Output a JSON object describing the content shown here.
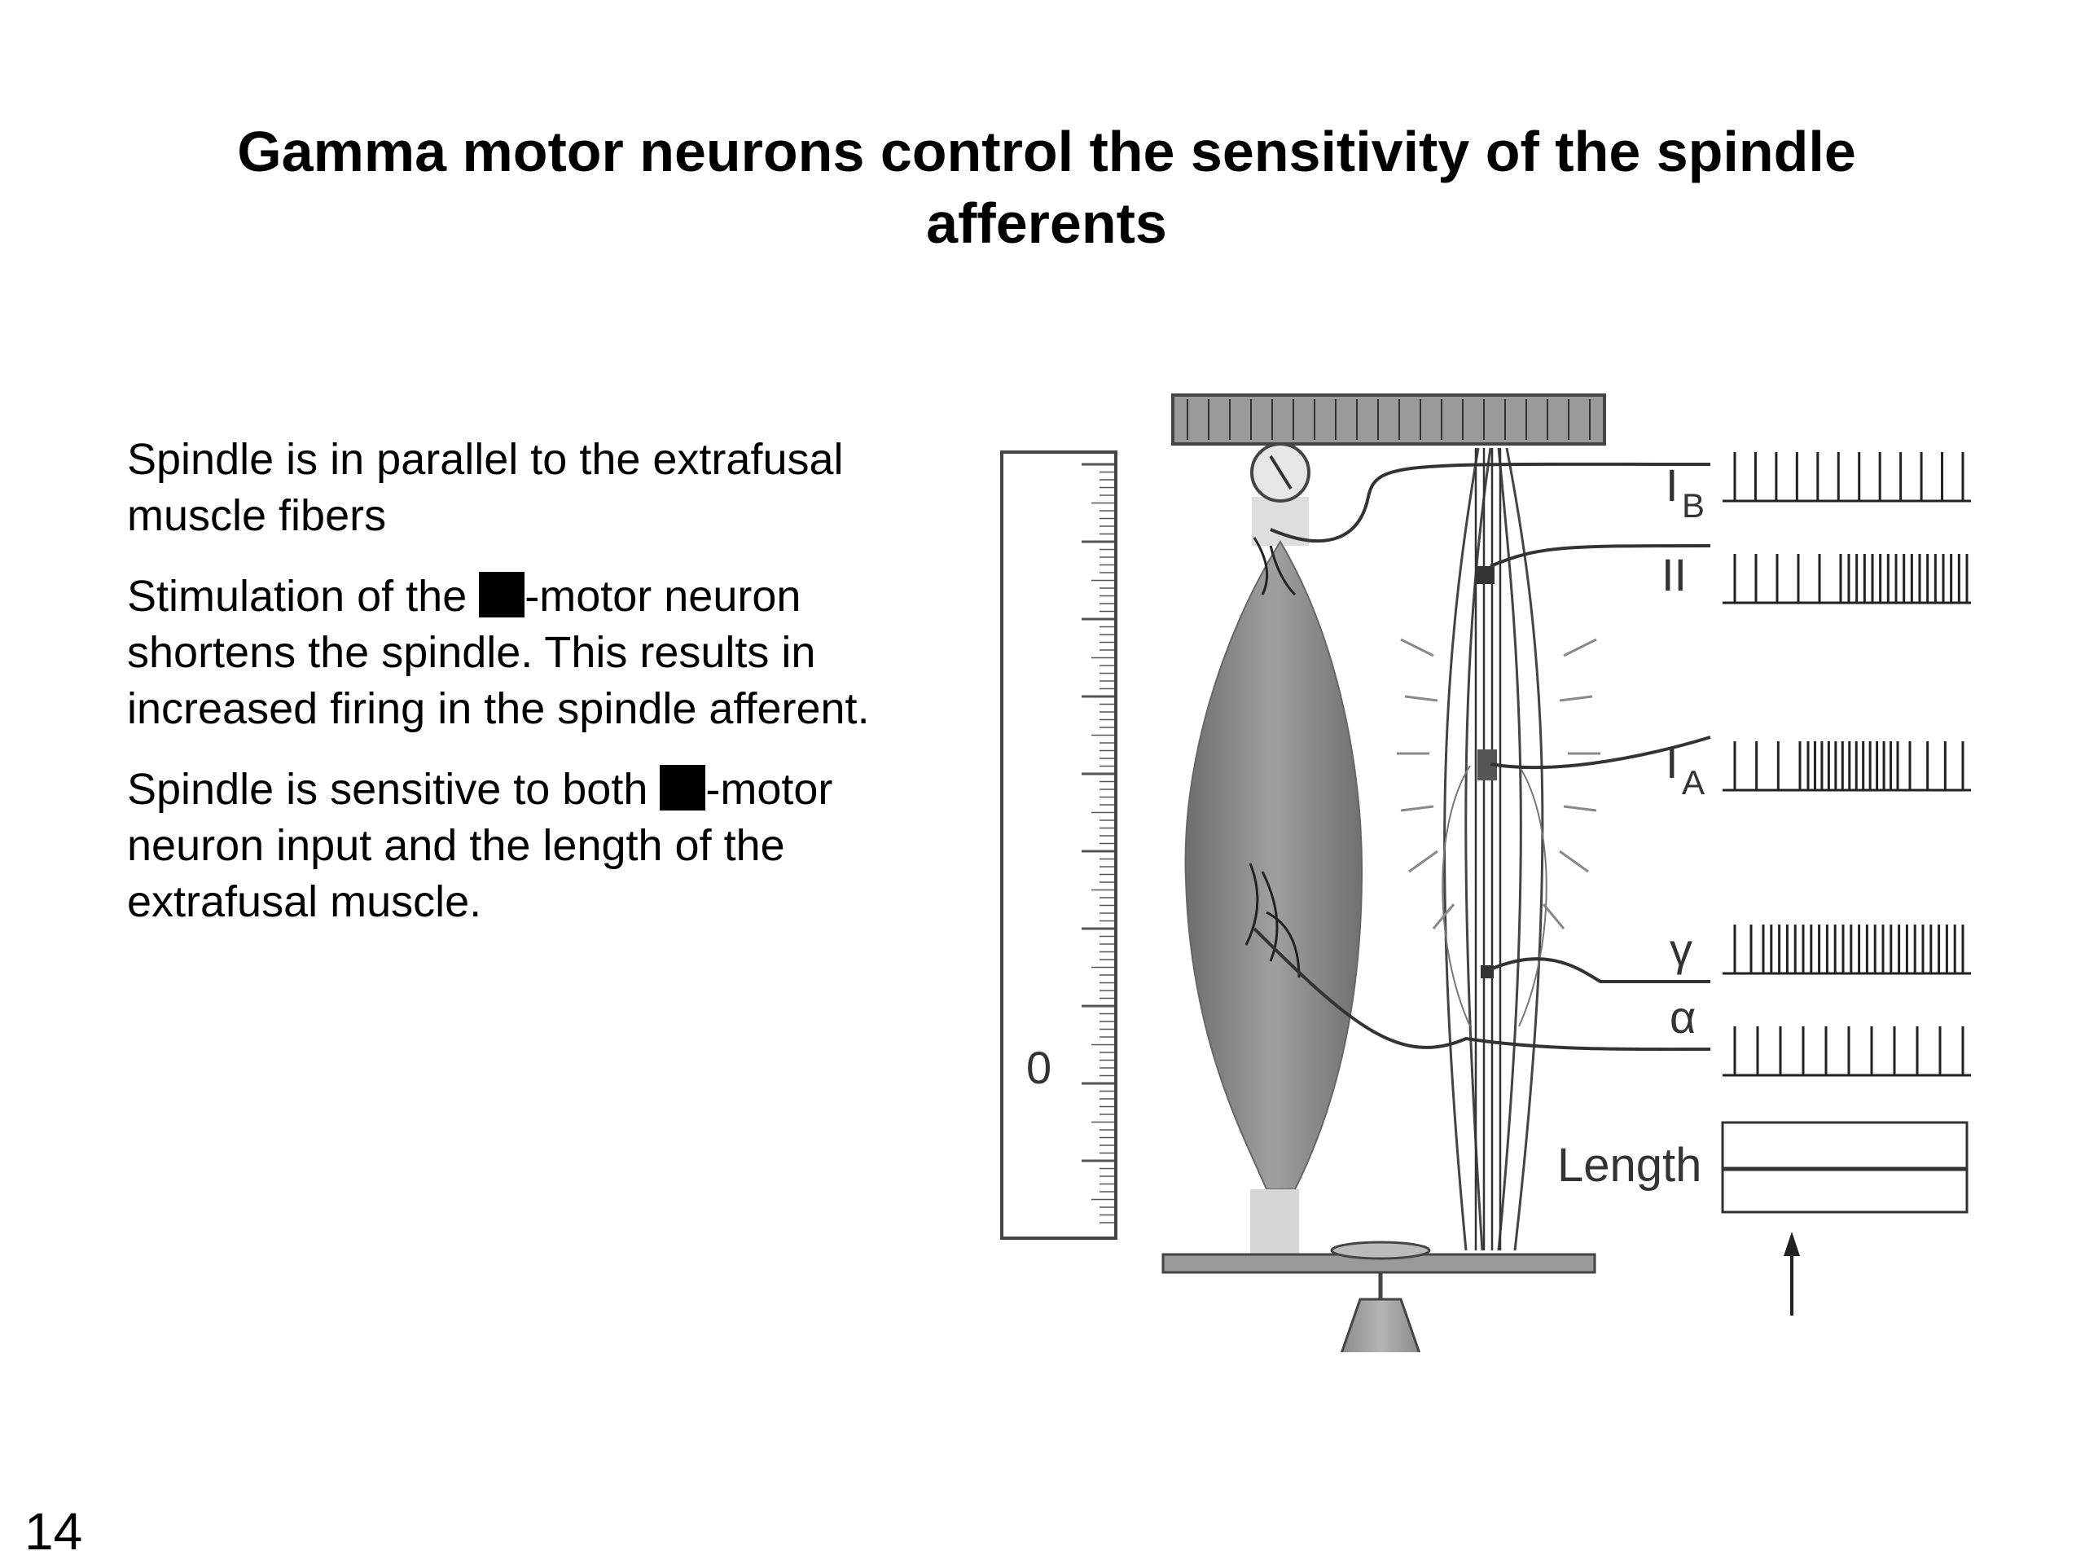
{
  "title": "Gamma motor neurons control the sensitivity of the spindle afferents",
  "bullets": [
    {
      "text": "Spindle is in parallel to the extrafusal muscle fibers"
    },
    {
      "before": "Stimulation of the ",
      "after": "-motor neuron shortens the spindle. This results in increased firing in the spindle afferent."
    },
    {
      "before": "Spindle is sensitive to both ",
      "after": "-motor neuron input and the length of the extrafusal muscle."
    }
  ],
  "figure": {
    "ruler_zero": "0",
    "labels": {
      "ib_main": "I",
      "ib_sub": "B",
      "ii": "II",
      "ia_main": "I",
      "ia_sub": "A",
      "gamma": "γ",
      "alpha": "α",
      "length": "Length"
    },
    "colors": {
      "line": "#333333",
      "muscle": "#8a8a8a",
      "muscle_dark": "#6e6e6e",
      "frame": "#4a4a4a"
    }
  },
  "slide_number": "14"
}
